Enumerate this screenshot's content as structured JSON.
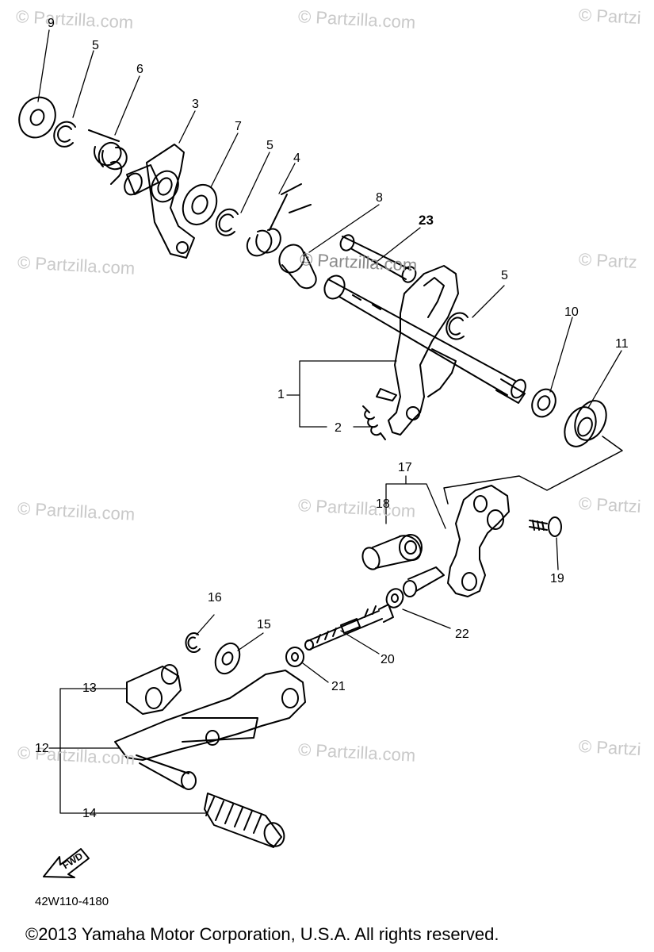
{
  "watermarks": [
    {
      "text": "© Partzilla.com"
    },
    {
      "text": "© Partzilla.com"
    },
    {
      "text": "© Partzi"
    },
    {
      "text": "© Partzilla.com"
    },
    {
      "text": "© Partzilla.com"
    },
    {
      "text": "© Partz"
    },
    {
      "text": "© Partzilla.com"
    },
    {
      "text": "© Partzilla.com"
    },
    {
      "text": "© Partzi"
    },
    {
      "text": "© Partzilla.com"
    },
    {
      "text": "© Partzilla.com"
    },
    {
      "text": "© Partzi"
    }
  ],
  "callouts": {
    "n1": "1",
    "n2": "2",
    "n3": "3",
    "n4": "4",
    "n5a": "5",
    "n5b": "5",
    "n5c": "5",
    "n6": "6",
    "n7": "7",
    "n8": "8",
    "n9": "9",
    "n10": "10",
    "n11": "11",
    "n12": "12",
    "n13": "13",
    "n14": "14",
    "n15": "15",
    "n16": "16",
    "n17": "17",
    "n18": "18",
    "n19": "19",
    "n20": "20",
    "n21": "21",
    "n22": "22",
    "n23": "23"
  },
  "fwd_label": "FWD",
  "diagram_code": "42W110-4180",
  "copyright": "©2013  Yamaha Motor Corporation, U.S.A. All rights reserved."
}
